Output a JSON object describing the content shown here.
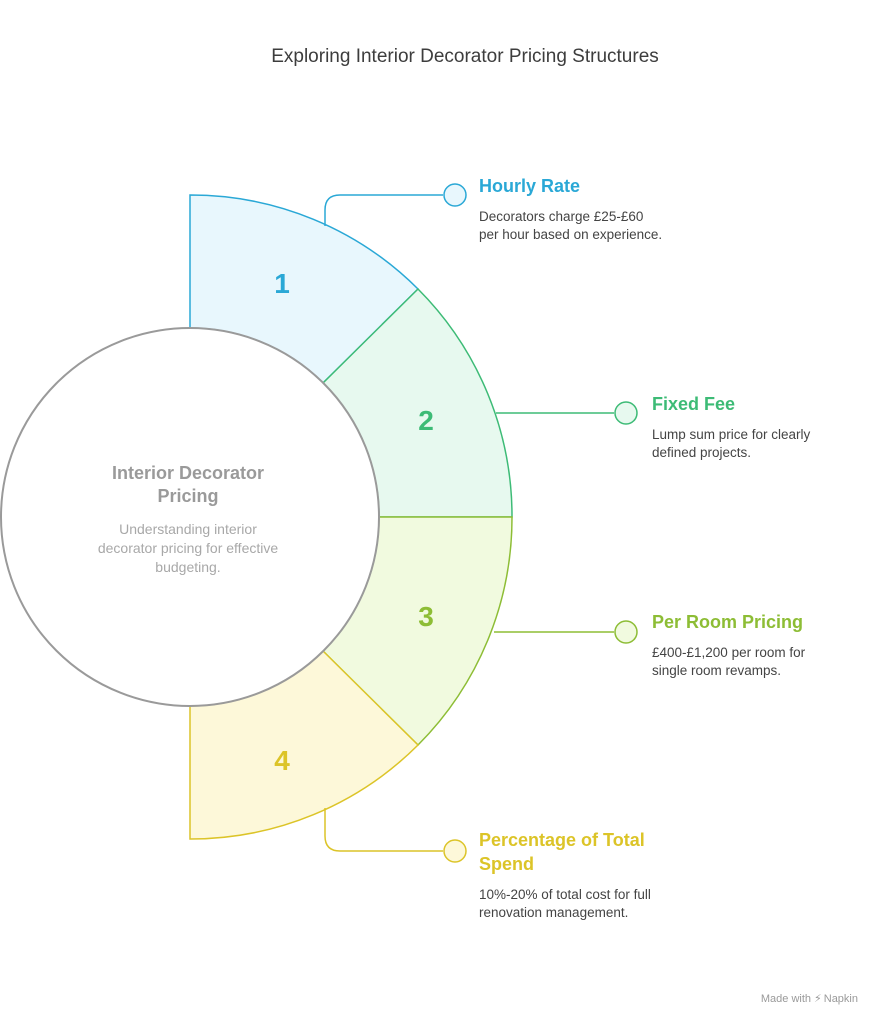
{
  "title": "Exploring Interior Decorator Pricing Structures",
  "center": {
    "title": "Interior Decorator Pricing",
    "description": "Understanding interior decorator pricing for effective budgeting."
  },
  "segments": [
    {
      "number": "1",
      "title": "Hourly Rate",
      "description": "Decorators charge £25-£60 per hour based on experience.",
      "color": "#2aa8d6",
      "fill": "#e8f7fd"
    },
    {
      "number": "2",
      "title": "Fixed Fee",
      "description": "Lump sum price for clearly defined projects.",
      "color": "#3dbb76",
      "fill": "#e7f9ef"
    },
    {
      "number": "3",
      "title": "Per Room Pricing",
      "description": "£400-£1,200 per room for single room revamps.",
      "color": "#8dbd35",
      "fill": "#f1fadf"
    },
    {
      "number": "4",
      "title": "Percentage of Total Spend",
      "description": "10%-20% of total cost for full renovation management.",
      "color": "#dcc428",
      "fill": "#fdf8d9"
    }
  ],
  "footer": {
    "made_with": "Made with",
    "brand": "Napkin"
  }
}
